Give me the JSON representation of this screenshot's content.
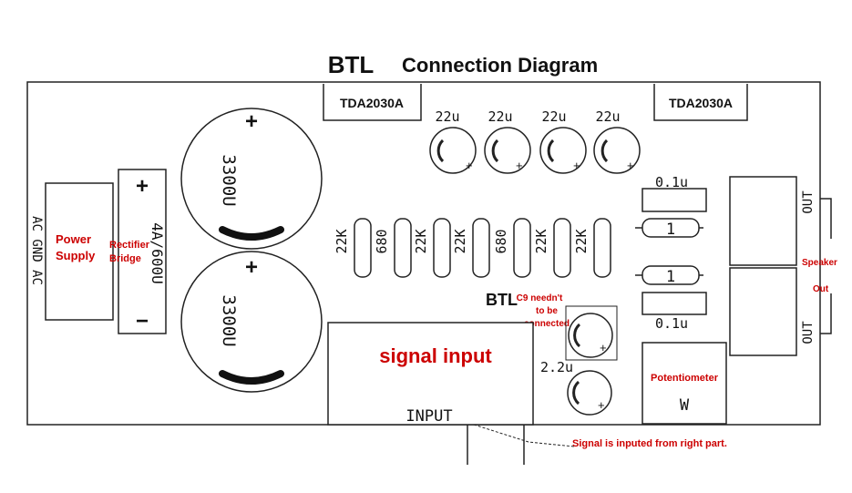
{
  "title": {
    "mode": "BTL",
    "text": "Connection Diagram"
  },
  "chips": [
    {
      "label": "TDA2030A"
    },
    {
      "label": "TDA2030A"
    }
  ],
  "small_caps": [
    {
      "value": "22u"
    },
    {
      "value": "22u"
    },
    {
      "value": "22u"
    },
    {
      "value": "22u"
    }
  ],
  "big_caps": [
    {
      "value": "3300U",
      "plus": "+"
    },
    {
      "value": "3300U",
      "plus": "+"
    }
  ],
  "resistors": [
    {
      "value": "22K"
    },
    {
      "value": "680"
    },
    {
      "value": "22K"
    },
    {
      "value": "22K"
    },
    {
      "value": "680"
    },
    {
      "value": "22K"
    },
    {
      "value": "22K"
    }
  ],
  "power": {
    "ac_labels": "AC GND AC",
    "label_line1": "Power",
    "label_line2": "Supply",
    "rectifier_line1": "Rectifier",
    "rectifier_line2": "Bridge",
    "rectifier_rating": "4A/600U",
    "plus": "+",
    "minus": "−"
  },
  "film_caps": [
    {
      "value": "0.1u"
    },
    {
      "value": "0.1u"
    }
  ],
  "ones": [
    {
      "value": "1"
    },
    {
      "value": "1"
    }
  ],
  "output": {
    "out_top": "OUT",
    "out_bottom": "OUT",
    "speaker_line1": "Speaker",
    "speaker_line2": "Out"
  },
  "btl_mark": "BTL",
  "c9_note": [
    "C9 needn't",
    "to be",
    "connected"
  ],
  "cap_22u_2": "2.2u",
  "plus_sign": "+",
  "input": {
    "signal_label": "signal input",
    "input_label": "INPUT"
  },
  "potentiometer": {
    "label": "Potentiometer",
    "mark": "W"
  },
  "signal_note": "Signal is inputed from right part."
}
